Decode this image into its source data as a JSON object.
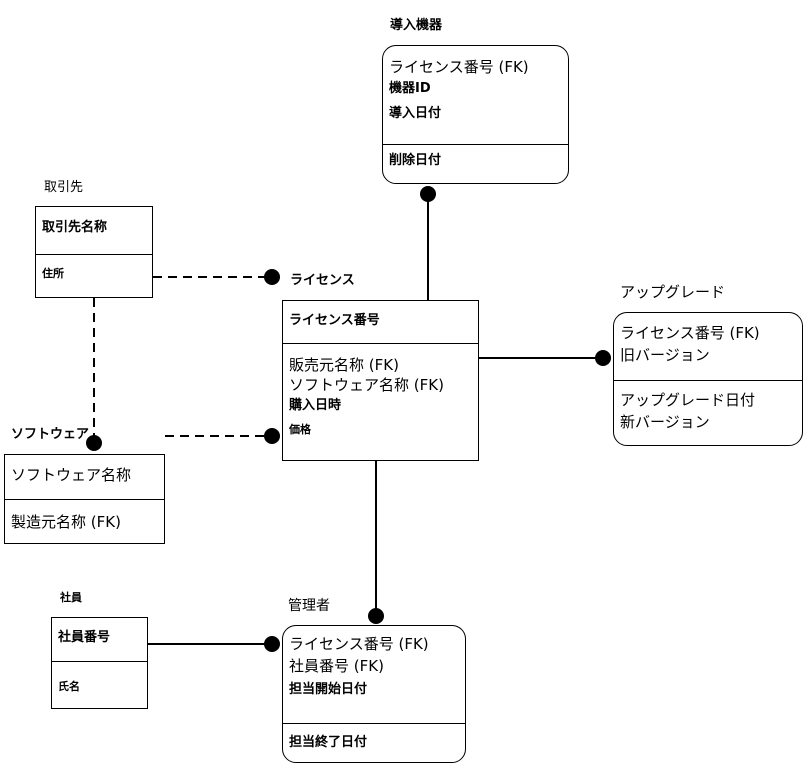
{
  "entities": {
    "donyu": {
      "title": "導入機器",
      "keys": [
        "ライセンス番号 (FK)",
        "機器ID",
        "導入日付"
      ],
      "attrs": [
        "削除日付"
      ]
    },
    "torihiki": {
      "title": "取引先",
      "keys": [
        "取引先名称"
      ],
      "attrs": [
        "住所"
      ]
    },
    "license": {
      "title": "ライセンス",
      "keys": [
        "ライセンス番号"
      ],
      "attrs": [
        "販売元名称 (FK)",
        "ソフトウェア名称 (FK)",
        "購入日時",
        "価格"
      ]
    },
    "upgrade": {
      "title": "アップグレード",
      "keys": [
        "ライセンス番号 (FK)",
        "旧バージョン"
      ],
      "attrs": [
        "アップグレード日付",
        "新バージョン"
      ]
    },
    "software": {
      "title": "ソフトウェア",
      "keys": [
        "ソフトウェア名称"
      ],
      "attrs": [
        "製造元名称 (FK)"
      ]
    },
    "shain": {
      "title": "社員",
      "keys": [
        "社員番号"
      ],
      "attrs": [
        "氏名"
      ]
    },
    "kanri": {
      "title": "管理者",
      "keys": [
        "ライセンス番号 (FK)",
        "社員番号 (FK)",
        "担当開始日付"
      ],
      "attrs": [
        "担当終了日付"
      ]
    }
  },
  "relationships": [
    {
      "from": "license",
      "to": "donyu",
      "style": "solid",
      "end": "many"
    },
    {
      "from": "torihiki",
      "to": "license",
      "style": "dashed",
      "end": "many"
    },
    {
      "from": "torihiki",
      "to": "software",
      "style": "dashed",
      "end": "many"
    },
    {
      "from": "software",
      "to": "license",
      "style": "dashed",
      "end": "many"
    },
    {
      "from": "license",
      "to": "upgrade",
      "style": "solid",
      "end": "many"
    },
    {
      "from": "license",
      "to": "kanri",
      "style": "solid",
      "end": "many"
    },
    {
      "from": "shain",
      "to": "kanri",
      "style": "solid",
      "end": "many"
    }
  ]
}
